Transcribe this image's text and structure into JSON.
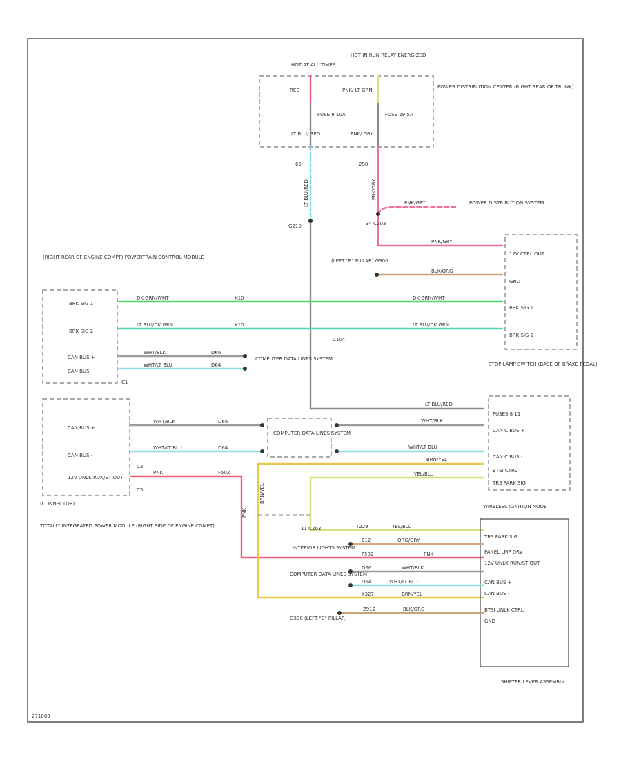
{
  "colors": {
    "red": "#f0607a",
    "pink": "#ef6fa0",
    "light_blue": "#7fd8e6",
    "dk_green": "#56d36a",
    "lt_blue_drk_grn": "#4fd6b8",
    "wht_blk": "#9a9a9a",
    "wht_lt_blu": "#8fdde8",
    "brn_yel": "#e8c94a",
    "yel_blu": "#d9e07a",
    "blk_org": "#c9a27a",
    "org_gry": "#d9a87a",
    "gray": "#8a8a8a",
    "frame": "#555555"
  },
  "power_distribution_center": {
    "hot_at_all_times": "HOT AT ALL TIMES",
    "hot_in_run": "HOT IN RUN RELAY ENERGIZED",
    "red": "RED",
    "pnk_lt_grn": "PNK/ LT GRN",
    "fuse8": "FUSE 8 10A",
    "fuse29": "FUSE 29 5A",
    "lt_blu_red": "LT BLU/ RED",
    "pnk_grn": "PNK/ GRY",
    "label": "POWER DISTRIBUTION CENTER (RIGHT REAR OF TRUNK)",
    "c1": "65",
    "c2": "298"
  },
  "wires": {
    "lt_blu_red_vert": "LT BLU/RED",
    "pnk_grn_vert": "PNK/GRY",
    "c210": "G210",
    "c203": "34 C203",
    "pnk_grn_h": "PNK/GRY",
    "pds_label": "POWER DISTRIBUTION SYSTEM",
    "left_b_pillar_g300": "(LEFT \"B\" PILLAR) G300",
    "blk_org": "BLK/ORG",
    "pnk_grn_to_stop": "PNK/GRY"
  },
  "pcm": {
    "label": "(RIGHT REAR OF ENGINE COMPT) POWERTRAIN CONTROL MODULE",
    "brk_sig1": "BRK SIG 1",
    "brk_sig2": "BRK SIG 2",
    "can_bus_p": "CAN BUS +",
    "can_bus_m": "CAN BUS -",
    "c1": "C1",
    "dk_grn_wht": "DK GRN/WHT",
    "lt_blu_drk_grn": "LT BLU/DK GRN",
    "wht_blk": "WHT/BLK",
    "wht_lt_blu": "WHT/LT BLU",
    "n1": "K10",
    "n2": "K10",
    "d66": "D66",
    "d64": "D64",
    "c1a": "C1",
    "c1b": "C1",
    "computer_data": "COMPUTER DATA LINES SYSTEM"
  },
  "stop_lamp": {
    "label": "STOP LAMP SWITCH (BASE OF BRAKE PEDAL)",
    "p1": "12V CTRL OUT",
    "p2": "GND",
    "p3": "BRK SIG 1",
    "p4": "BRK SIG 2",
    "c104": "C104"
  },
  "tipm": {
    "label": "TOTALLY INTEGRATED POWER MODULE (RIGHT SIDE OF ENGINE COMPT)",
    "can_bus_p": "CAN BUS +",
    "can_bus_m": "CAN BUS -",
    "unlk": "12V UNLK RUN/ST OUT",
    "connector": "(CONNECTOR)",
    "c3": "C3",
    "c5": "C5",
    "wht_blk": "WHT/BLK",
    "wht_lt_blu": "WHT/LT BLU",
    "pnk": "PNK",
    "d66": "D66",
    "d64": "D64",
    "f502": "F502",
    "computer_data": "COMPUTER DATA LINES SYSTEM"
  },
  "wireless": {
    "label": "WIRELESS IGNITION NODE",
    "p1": "FUSES 8 11",
    "p2": "CAN C BUS +",
    "p3": "CAN C BUS -",
    "p4": "BTSI CTRL",
    "p5": "TRS PARK SIG",
    "lt_blu_red": "LT BLU/RED",
    "wht_blk": "WHT/BLK",
    "wht_lt_blu": "WHT/LT BLU",
    "brn_yel": "BRN/YEL",
    "yel_blu": "YEL/BLU"
  },
  "shifter": {
    "label": "SHIFTER LEVER ASSEMBLY",
    "p1": "TRS PARK SIG",
    "p2": "PANEL LMP DRV",
    "p3": "12V UNLK RUN/ST OUT",
    "p4": "CAN BUS +",
    "p5": "CAN BUS -",
    "p6": "BTSI UNLK CTRL",
    "p7": "GND",
    "interior": "INTERIOR LIGHTS SYSTEM",
    "computer_data": "COMPUTER DATA LINES SYSTEM",
    "g300": "G300 (LEFT \"B\" PILLAR)",
    "c203b": "11 C203",
    "yel_blu": "YEL/BLU",
    "org_gry": "ORG/GRY",
    "pnk": "PNK",
    "wht_blk": "WHT/BLK",
    "wht_lt_blu": "WHT/LT BLU",
    "brn_yel": "BRN/YEL",
    "blk_org": "BLK/ORG",
    "t229": "T229",
    "e12": "E12",
    "f502": "F502",
    "d66": "D66",
    "d64": "D64",
    "k327": "K327",
    "z912": "Z912",
    "pnk_v": "PNK",
    "brn_yel_v": "BRN/YEL"
  },
  "footer": {
    "code": "271069"
  }
}
